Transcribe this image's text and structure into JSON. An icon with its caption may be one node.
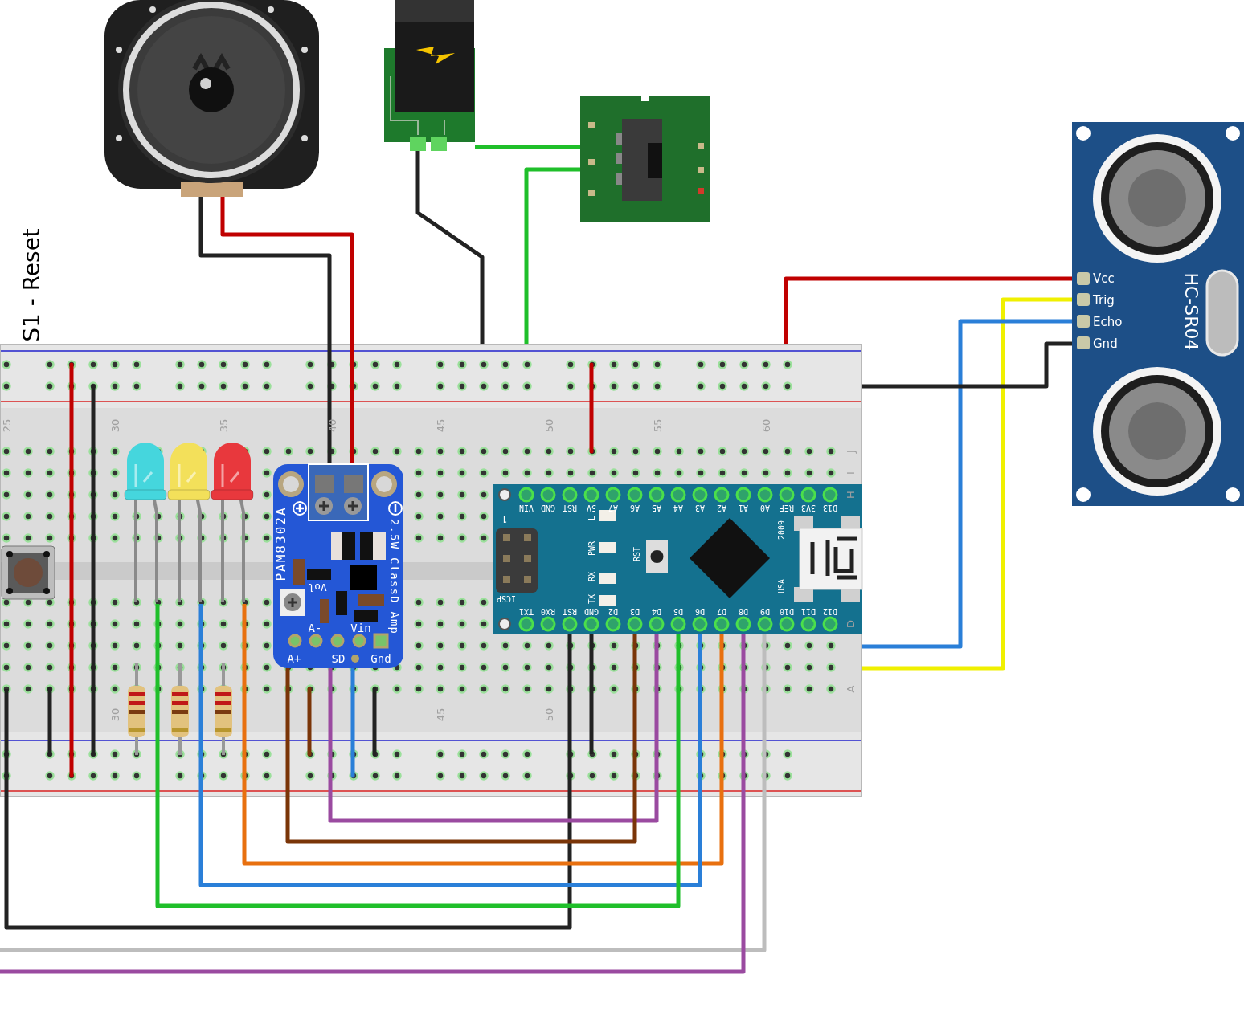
{
  "diagram": {
    "nodes": [
      {
        "text": [],
        "shape": "picture"
      },
      {
        "text": [],
        "shape": "picture"
      },
      {
        "text": [],
        "shape": "picture"
      },
      {
        "text": [
          "HC-SR04"
        ]
      },
      {
        "text": [
          "Vcc"
        ],
        "in": 3
      },
      {
        "text": [
          "Trig"
        ],
        "in": 3
      },
      {
        "text": [
          "Echo"
        ],
        "in": 3
      },
      {
        "text": [
          "Gnd"
        ],
        "in": 3
      },
      {
        "text": [],
        "shape": "box"
      },
      {
        "text": [],
        "shape": "picture",
        "in": 8
      },
      {
        "text": [],
        "shape": "picture",
        "in": 8
      },
      {
        "text": [],
        "shape": "picture",
        "in": 8
      },
      {
        "text": [],
        "shape": "picture",
        "in": 8
      },
      {
        "text": [
          "PAM8302A",
          "2.5W ClassD Amp",
          "Vol",
          "A-",
          "Vin",
          "A+",
          "SD",
          "Gnd"
        ],
        "in": 8
      },
      {
        "text": [],
        "shape": "picture",
        "in": 8
      },
      {
        "text": [],
        "shape": "picture",
        "in": 8
      },
      {
        "text": [],
        "shape": "picture",
        "in": 8
      },
      {
        "text": [
          "VIN",
          "GND",
          "RST",
          "5V",
          "A7",
          "A6",
          "A5",
          "A4",
          "A3",
          "A2",
          "A1",
          "A0",
          "REF",
          "3V3",
          "D13",
          "1",
          "L",
          "PWR",
          "RST",
          "2009",
          "RX",
          "TX",
          "USA",
          "ICSP",
          "TX1",
          "RX0",
          "RST",
          "GND",
          "D2",
          "D3",
          "D4",
          "D5",
          "D6",
          "D7",
          "D8",
          "D9",
          "D10",
          "D11",
          "D12"
        ],
        "in": 8
      }
    ],
    "edges": [
      {
        "from": 0,
        "to": 13,
        "arrow": "none",
        "color": "#222222"
      },
      {
        "from": 0,
        "to": 13,
        "arrow": "none",
        "color": "#c00000"
      },
      {
        "from": 1,
        "to": 8,
        "arrow": "none",
        "color": "#222222"
      },
      {
        "from": 1,
        "to": 2,
        "arrow": "none",
        "color": "#1fbf2a"
      },
      {
        "from": 2,
        "to": 8,
        "arrow": "none",
        "color": "#1fbf2a"
      },
      {
        "from": 4,
        "to": 8,
        "arrow": "none",
        "color": "#c00000"
      },
      {
        "from": 5,
        "to": 8,
        "arrow": "none",
        "color": "#f0f000"
      },
      {
        "from": 6,
        "to": 8,
        "arrow": "none",
        "color": "#2a7fd8"
      },
      {
        "from": 7,
        "to": 8,
        "arrow": "none",
        "color": "#222222"
      },
      {
        "from": 8,
        "to": 17,
        "arrow": "none",
        "color": "#222222"
      },
      {
        "from": 8,
        "to": 17,
        "arrow": "none",
        "color": "#222222"
      },
      {
        "from": 13,
        "to": 17,
        "arrow": "none",
        "color": "#9a4aa0"
      },
      {
        "from": 13,
        "to": 17,
        "arrow": "none",
        "color": "#7a3508"
      },
      {
        "from": 12,
        "to": 17,
        "arrow": "none",
        "color": "#e8700f"
      },
      {
        "from": 11,
        "to": 17,
        "arrow": "none",
        "color": "#2a7fd8"
      },
      {
        "from": 10,
        "to": 17,
        "arrow": "none",
        "color": "#1fbf2a"
      },
      {
        "from": null,
        "to": 17,
        "arrow": "none",
        "color": "#bdbdbd"
      },
      {
        "from": null,
        "to": 17,
        "arrow": "none",
        "color": "#9a4aa0"
      }
    ],
    "labels": [
      "S1 - Reset",
      "25",
      "30",
      "35",
      "40",
      "45",
      "50",
      "55",
      "60",
      "J",
      "I",
      "H",
      "D",
      "A",
      "30",
      "45",
      "50"
    ]
  }
}
